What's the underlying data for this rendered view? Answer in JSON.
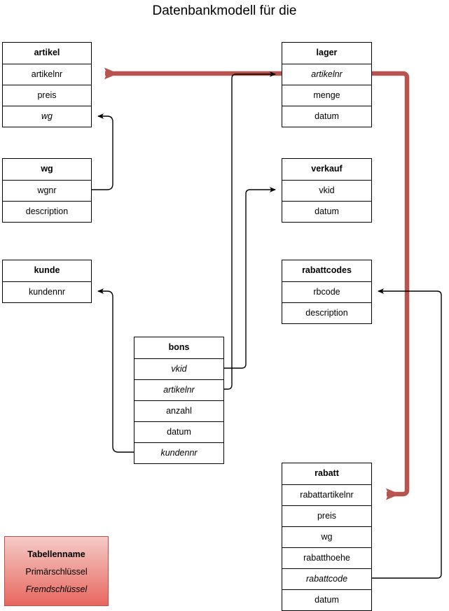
{
  "diagram": {
    "title": "Datenbankmodell für die",
    "colors": {
      "edge_black": "#000000",
      "edge_red": "#b85450",
      "legend_border": "#b85450",
      "legend_gradient_top": "#f6cbc7",
      "legend_gradient_bottom": "#e8675f",
      "entity_border": "#000000",
      "entity_fill": "#ffffff",
      "background": "#ffffff"
    }
  },
  "entities": [
    {
      "id": "artikel",
      "name": "artikel",
      "fields": [
        {
          "label": "artikelnr",
          "key": "primary"
        },
        {
          "label": "preis",
          "key": "none"
        },
        {
          "label": "wg",
          "key": "foreign"
        }
      ]
    },
    {
      "id": "wg",
      "name": "wg",
      "fields": [
        {
          "label": "wgnr",
          "key": "primary"
        },
        {
          "label": "description",
          "key": "none"
        }
      ]
    },
    {
      "id": "kunde",
      "name": "kunde",
      "fields": [
        {
          "label": "kundennr",
          "key": "primary"
        }
      ]
    },
    {
      "id": "lager",
      "name": "lager",
      "fields": [
        {
          "label": "artikelnr",
          "key": "foreign"
        },
        {
          "label": "menge",
          "key": "none"
        },
        {
          "label": "datum",
          "key": "none"
        }
      ]
    },
    {
      "id": "verkauf",
      "name": "verkauf",
      "fields": [
        {
          "label": "vkid",
          "key": "primary"
        },
        {
          "label": "datum",
          "key": "none"
        }
      ]
    },
    {
      "id": "rabattcodes",
      "name": "rabattcodes",
      "fields": [
        {
          "label": "rbcode",
          "key": "primary"
        },
        {
          "label": "description",
          "key": "none"
        }
      ]
    },
    {
      "id": "bons",
      "name": "bons",
      "fields": [
        {
          "label": "vkid",
          "key": "foreign"
        },
        {
          "label": "artikelnr",
          "key": "foreign"
        },
        {
          "label": "anzahl",
          "key": "none"
        },
        {
          "label": "datum",
          "key": "none"
        },
        {
          "label": "kundennr",
          "key": "foreign"
        }
      ]
    },
    {
      "id": "rabatt",
      "name": "rabatt",
      "fields": [
        {
          "label": "rabattartikelnr",
          "key": "primary"
        },
        {
          "label": "preis",
          "key": "none"
        },
        {
          "label": "wg",
          "key": "none"
        },
        {
          "label": "rabatthoehe",
          "key": "none"
        },
        {
          "label": "rabattcode",
          "key": "foreign"
        },
        {
          "label": "datum",
          "key": "none"
        }
      ]
    }
  ],
  "legend": {
    "table_name": "Tabellenname",
    "primary_key": "Primärschlüssel",
    "foreign_key": "Fremdschlüssel"
  },
  "relationships": [
    {
      "id": "lager-artikelnr-to-artikel-artikelnr",
      "from": "lager.artikelnr",
      "to": "artikel.artikelnr",
      "style": "red"
    },
    {
      "id": "lager-artikelnr-to-rabatt-rabattartikelnr",
      "from": "lager.artikelnr",
      "to": "rabatt.rabattartikelnr",
      "style": "red"
    },
    {
      "id": "wg-wgnr-to-artikel-wg",
      "from": "wg.wgnr",
      "to": "artikel.wg",
      "style": "black"
    },
    {
      "id": "bons-kundennr-to-kunde-kundennr",
      "from": "bons.kundennr",
      "to": "kunde.kundennr",
      "style": "black"
    },
    {
      "id": "bons-artikelnr-to-lager-artikelnr",
      "from": "bons.artikelnr",
      "to": "lager.artikelnr",
      "style": "black"
    },
    {
      "id": "bons-vkid-to-verkauf-vkid",
      "from": "bons.vkid",
      "to": "verkauf.vkid",
      "style": "black"
    },
    {
      "id": "rabatt-rabattcode-to-rabattcodes-rbcode",
      "from": "rabatt.rabattcode",
      "to": "rabattcodes.rbcode",
      "style": "black"
    }
  ]
}
